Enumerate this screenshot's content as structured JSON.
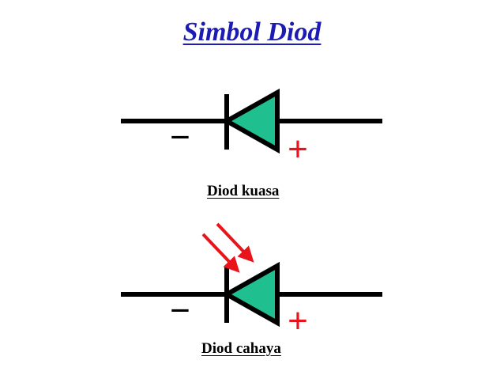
{
  "title": "Simbol Diod",
  "colors": {
    "title": "#1c1cb4",
    "wire": "#000000",
    "diode_fill": "#1fbf8f",
    "sign": "#e8131b",
    "arrow": "#e8131b",
    "caption": "#000000"
  },
  "power_diode": {
    "caption": "Diod kuasa",
    "minus_sign": "−",
    "plus_sign": "+"
  },
  "light_diode": {
    "caption": "Diod cahaya",
    "minus_sign": "−",
    "plus_sign": "+"
  }
}
